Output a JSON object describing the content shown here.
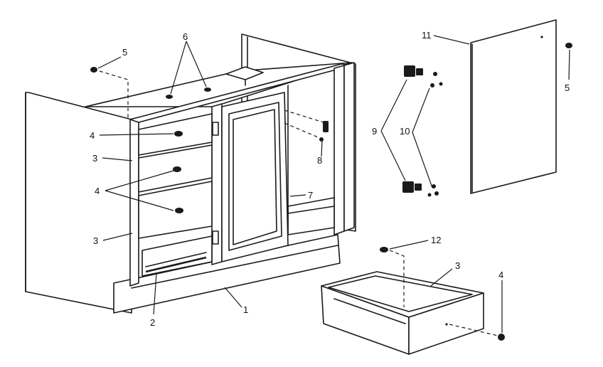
{
  "callouts": {
    "c1": "1",
    "c2": "2",
    "c3a": "3",
    "c3b": "3",
    "c3c": "3",
    "c4a": "4",
    "c4b": "4",
    "c4c": "4",
    "c5a": "5",
    "c5b": "5",
    "c6": "6",
    "c7": "7",
    "c8": "8",
    "c9": "9",
    "c10": "10",
    "c11": "11",
    "c12": "12"
  },
  "colors": {
    "ink": "#1a1a1a",
    "paper": "#ffffff"
  }
}
